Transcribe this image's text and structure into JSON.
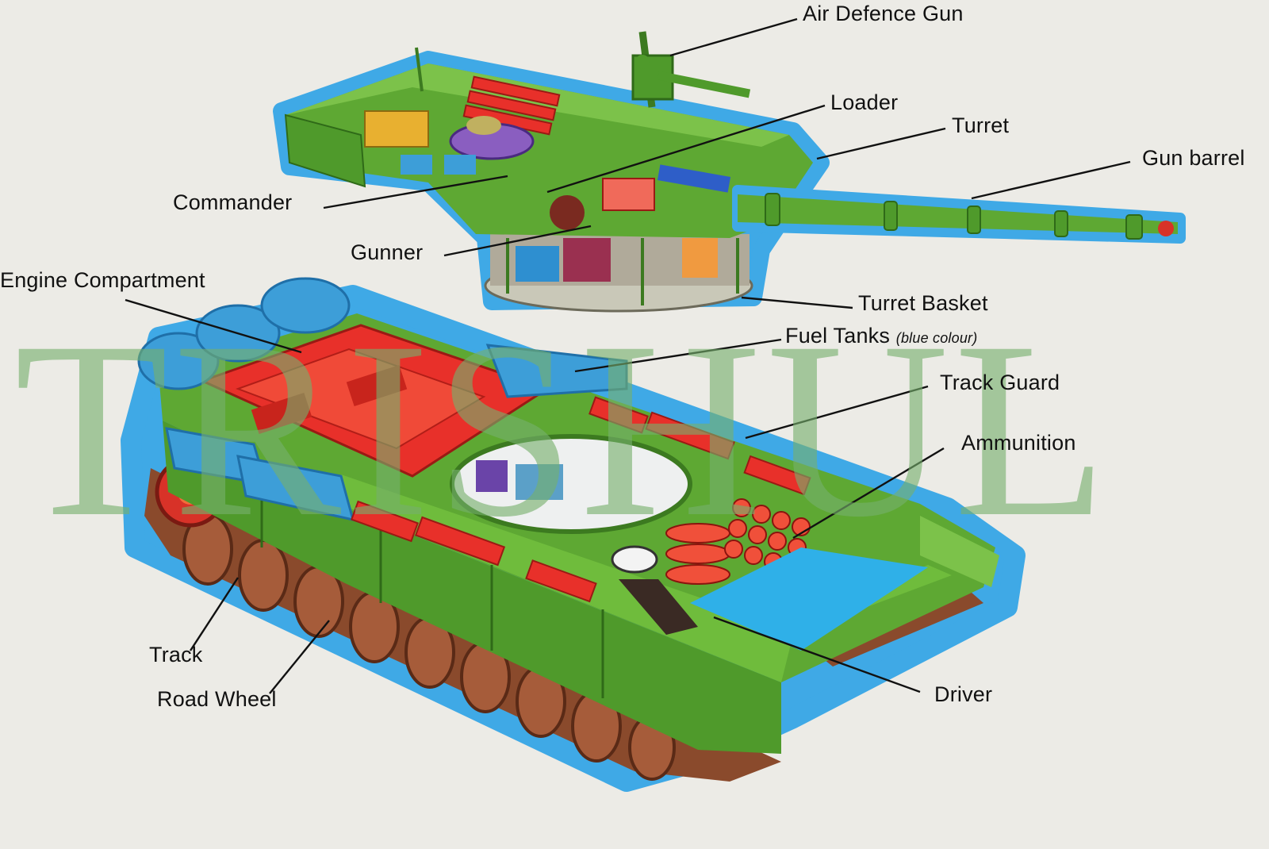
{
  "labels": {
    "air_defence_gun": "Air Defence Gun",
    "loader": "Loader",
    "turret": "Turret",
    "gun_barrel": "Gun barrel",
    "commander": "Commander",
    "gunner": "Gunner",
    "engine_compartment": "Engine Compartment",
    "turret_basket": "Turret Basket",
    "fuel_tanks": "Fuel Tanks",
    "fuel_tanks_note": "(blue colour)",
    "track_guard": "Track Guard",
    "ammunition": "Ammunition",
    "track": "Track",
    "road_wheel": "Road Wheel",
    "driver": "Driver"
  },
  "watermark": "TRISHUL",
  "colors": {
    "hull_green": "#5ea833",
    "outline_blue": "#3fa9e6",
    "ammo_red": "#e8302a",
    "fuel_blue": "#3d9ed8",
    "track_brown": "#8a4a2c",
    "background": "#ecebe6"
  }
}
